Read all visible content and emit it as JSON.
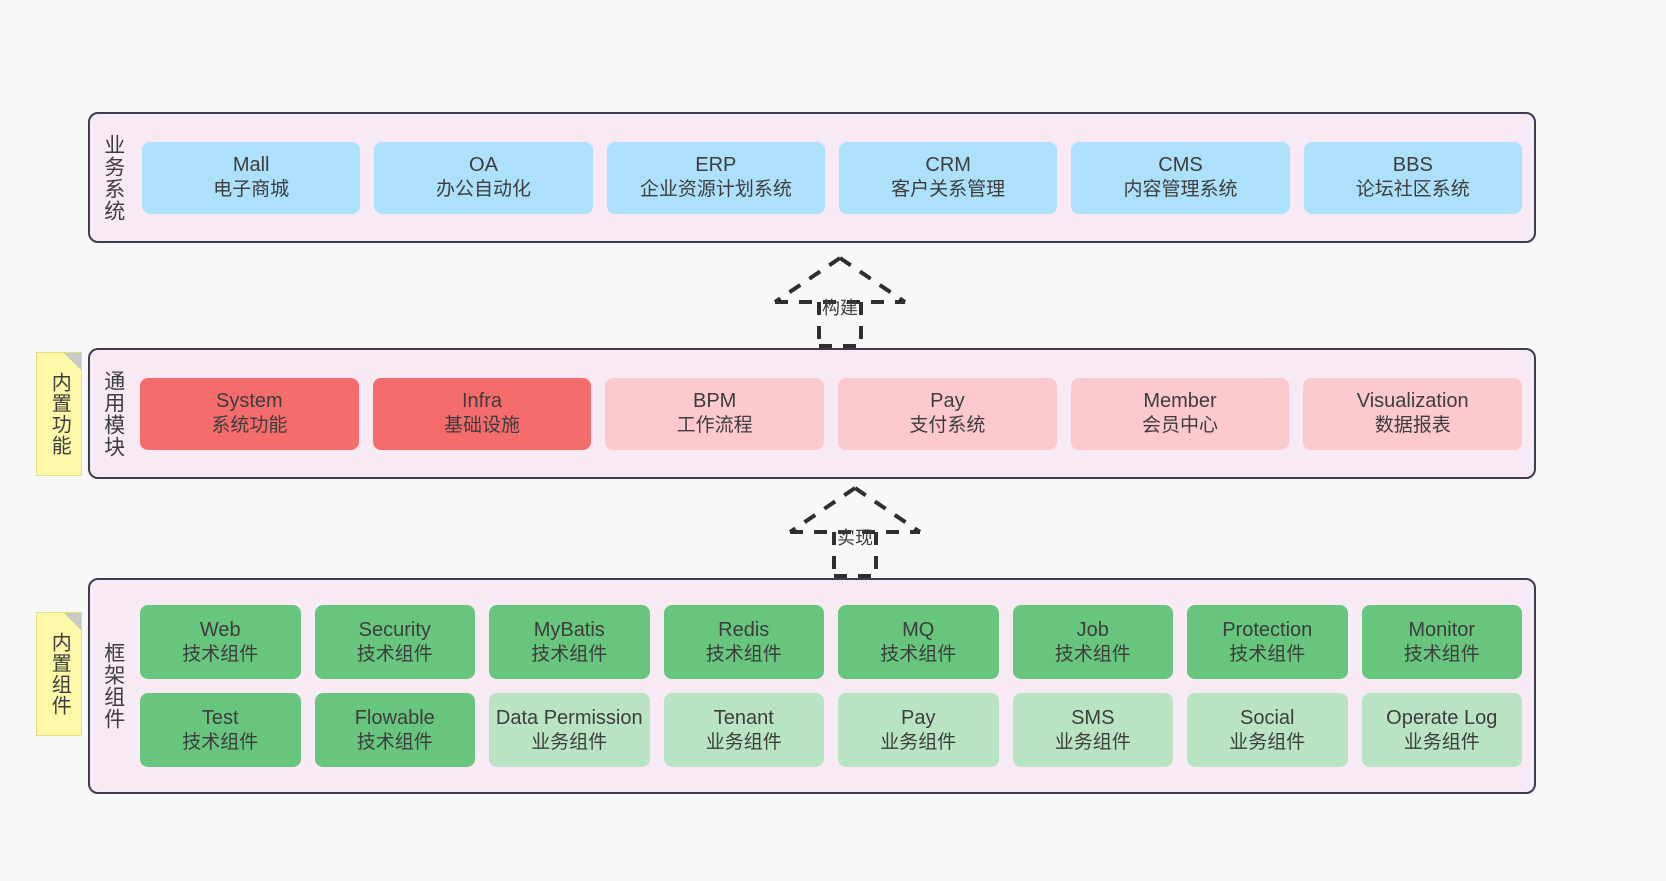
{
  "diagram": {
    "sections": [
      {
        "id": "business",
        "title": "业务系统",
        "cards": [
          {
            "name": "Mall",
            "sub": "电子商城"
          },
          {
            "name": "OA",
            "sub": "办公自动化"
          },
          {
            "name": "ERP",
            "sub": "企业资源计划系统"
          },
          {
            "name": "CRM",
            "sub": "客户关系管理"
          },
          {
            "name": "CMS",
            "sub": "内容管理系统"
          },
          {
            "name": "BBS",
            "sub": "论坛社区系统"
          }
        ]
      },
      {
        "id": "common",
        "title": "通用模块",
        "cards": [
          {
            "name": "System",
            "sub": "系统功能"
          },
          {
            "name": "Infra",
            "sub": "基础设施"
          },
          {
            "name": "BPM",
            "sub": "工作流程"
          },
          {
            "name": "Pay",
            "sub": "支付系统"
          },
          {
            "name": "Member",
            "sub": "会员中心"
          },
          {
            "name": "Visualization",
            "sub": "数据报表"
          }
        ]
      },
      {
        "id": "framework",
        "title": "框架组件",
        "row1": [
          {
            "name": "Web",
            "sub": "技术组件"
          },
          {
            "name": "Security",
            "sub": "技术组件"
          },
          {
            "name": "MyBatis",
            "sub": "技术组件"
          },
          {
            "name": "Redis",
            "sub": "技术组件"
          },
          {
            "name": "MQ",
            "sub": "技术组件"
          },
          {
            "name": "Job",
            "sub": "技术组件"
          },
          {
            "name": "Protection",
            "sub": "技术组件"
          },
          {
            "name": "Monitor",
            "sub": "技术组件"
          }
        ],
        "row2": [
          {
            "name": "Test",
            "sub": "技术组件"
          },
          {
            "name": "Flowable",
            "sub": "技术组件"
          },
          {
            "name": "Data Permission",
            "sub": "业务组件"
          },
          {
            "name": "Tenant",
            "sub": "业务组件"
          },
          {
            "name": "Pay",
            "sub": "业务组件"
          },
          {
            "name": "SMS",
            "sub": "业务组件"
          },
          {
            "name": "Social",
            "sub": "业务组件"
          },
          {
            "name": "Operate Log",
            "sub": "业务组件"
          }
        ]
      }
    ],
    "sticky_notes": [
      {
        "id": "features",
        "label": "内置功能"
      },
      {
        "id": "components",
        "label": "内置组件"
      }
    ],
    "arrows": [
      {
        "id": "build",
        "label": "构建"
      },
      {
        "id": "implement",
        "label": "实现"
      }
    ],
    "colors": {
      "canvas": "#f8f8f8",
      "section_bg": "#f8eaf5",
      "section_border": "#3d3d4f",
      "blue": "#ace0fb",
      "red": "#f56c6c",
      "pink": "#fcc9cf",
      "green": "#67c57d",
      "light_green": "#b9e4c4",
      "sticky": "#fbf9a8",
      "text": "#3d3d3d"
    }
  }
}
